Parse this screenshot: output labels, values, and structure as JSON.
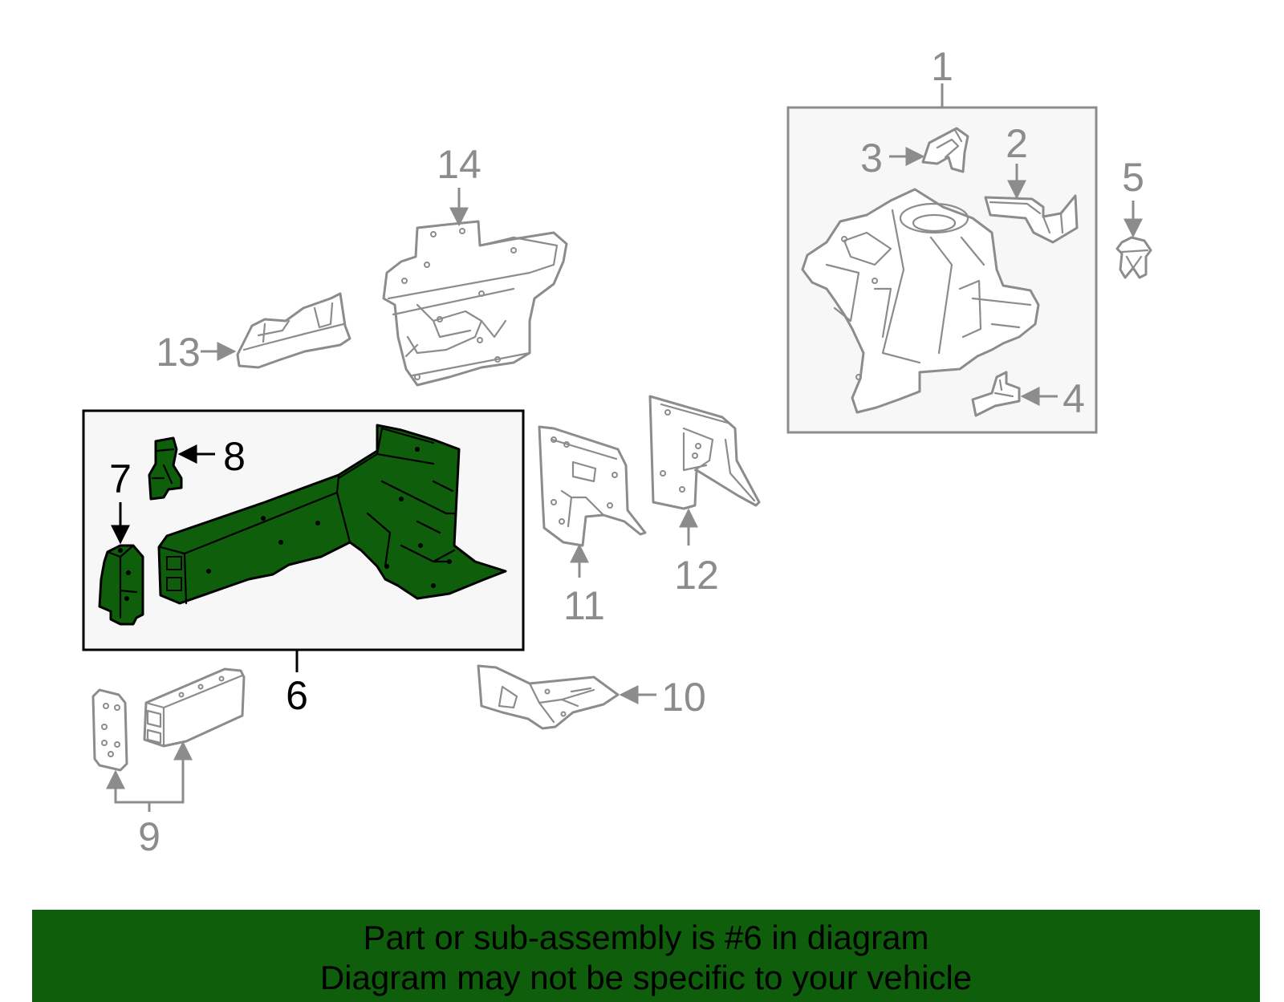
{
  "diagram": {
    "callouts": {
      "c1": "1",
      "c2": "2",
      "c3": "3",
      "c4": "4",
      "c5": "5",
      "c6": "6",
      "c7": "7",
      "c8": "8",
      "c9": "9",
      "c10": "10",
      "c11": "11",
      "c12": "12",
      "c13": "13",
      "c14": "14"
    },
    "highlighted_part": "6"
  },
  "banner": {
    "line1": "Part or sub-assembly is #6 in diagram",
    "line2": "Diagram may not be specific to your vehicle"
  },
  "colors": {
    "highlight": "#0e5e0c",
    "inactive": "#8c8c8c"
  }
}
